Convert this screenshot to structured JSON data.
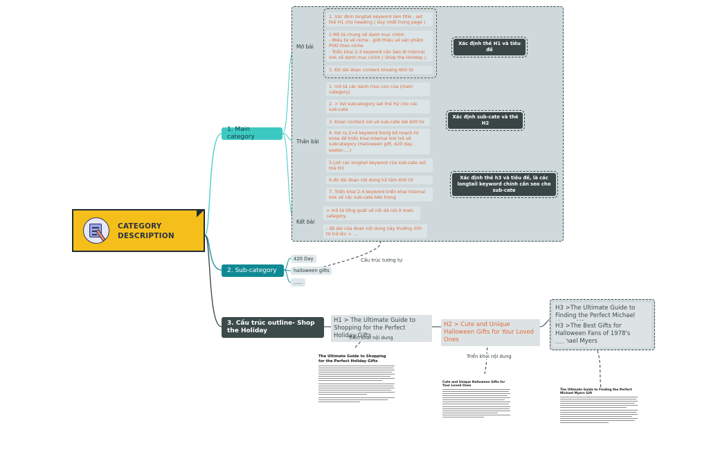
{
  "root": {
    "title_line1": "CATEGORY",
    "title_line2": "DESCRIPTION",
    "icon": "checklist-pencil-icon"
  },
  "main": {
    "label": "1. Main category",
    "sections": {
      "mo_bai": "Mở bài",
      "than_bai": "Thân bài",
      "ket_bai": "Kết bài"
    },
    "mo_bai_items": [
      "1. Xác định longtail keyword làm title - set thẻ H1 cho heading ( duy nhất trong page )",
      "2.Mô tả chung về danh mục chính\n - Miêu tả về niche , giới thiệu về sản phẩm POD theo niche\n - Triển khai 2-3 keyword cần Seo đi internal link về danh mục chính ( Shop the Holiday )",
      "3. Độ dài đoạn content khoảng 600 từ"
    ],
    "than_bai_items": [
      "1. mô tả các danh mục con của (main category)",
      "2. > list subcategory set thẻ H2 cho các sub-cate",
      "3. Đoạn content nói về sub-cate dài 600 từ",
      "4. list ra 2>4 keyword trong kế hoạch từ khóa để triển khai internal link trỏ về subcategory (Halloween gift, 420 day, easter.....)",
      "5.List các longtail keyword của sub-cate set thẻ H3",
      "6.độ dài đoạn nội dung h3 tầm 600 từ",
      "7. Triển khai 2-4 keyword triển khai internal link về các sub-cate bên trong"
    ],
    "ket_bai_items": [
      "> mô tả tổng quát về nội dả nói ở main category.",
      "- độ dài của đoạn nội dung này thường 300 từ trở lên > ..."
    ],
    "tags": [
      "Xác định thẻ H1 và tiêu đề",
      "Xác định sub-cate và thẻ H2",
      "Xác định thẻ h3 và tiêu đề, là các longtail keyword chính cần seo cho sub-cate"
    ]
  },
  "sub": {
    "label": "2. Sub-category",
    "chips": [
      "420 Day",
      "halloween gifts",
      "......"
    ],
    "note": "Cấu trúc tương tự"
  },
  "outline": {
    "label": "3. Cấu trúc outline- Shop the Holiday",
    "h1": "H1 > The Ultimate Guide to Shopping for the Perfect Holiday Gifts",
    "h2": "H2 > Cute and Unique Halloween Gifts for Your Loved Ones",
    "h3_items": [
      "H3 >The Ultimate Guide to Finding the Perfect Michael Myers Gift",
      "H3 >The Best Gifts for Halloween Fans of 1978's Michael Myers",
      "......"
    ],
    "notes": [
      "Triển khai nội dung",
      "Triển khai nội dung"
    ],
    "docs": [
      {
        "title": "The Ultimate Guide to Shopping for the Perfect Holiday Gifts"
      },
      {
        "title": "Cute and Unique Halloween Gifts for Your Loved Ones"
      },
      {
        "title": "The Ultimate Guide to Finding the Perfect Michael Myers Gift"
      }
    ]
  },
  "colors": {
    "teal": "#3cc9c2",
    "dark_teal": "#0f8a94",
    "dark": "#3c4a49",
    "root": "#f5bf1b",
    "orange_text": "#e0693a",
    "panel": "#cfd8da"
  }
}
